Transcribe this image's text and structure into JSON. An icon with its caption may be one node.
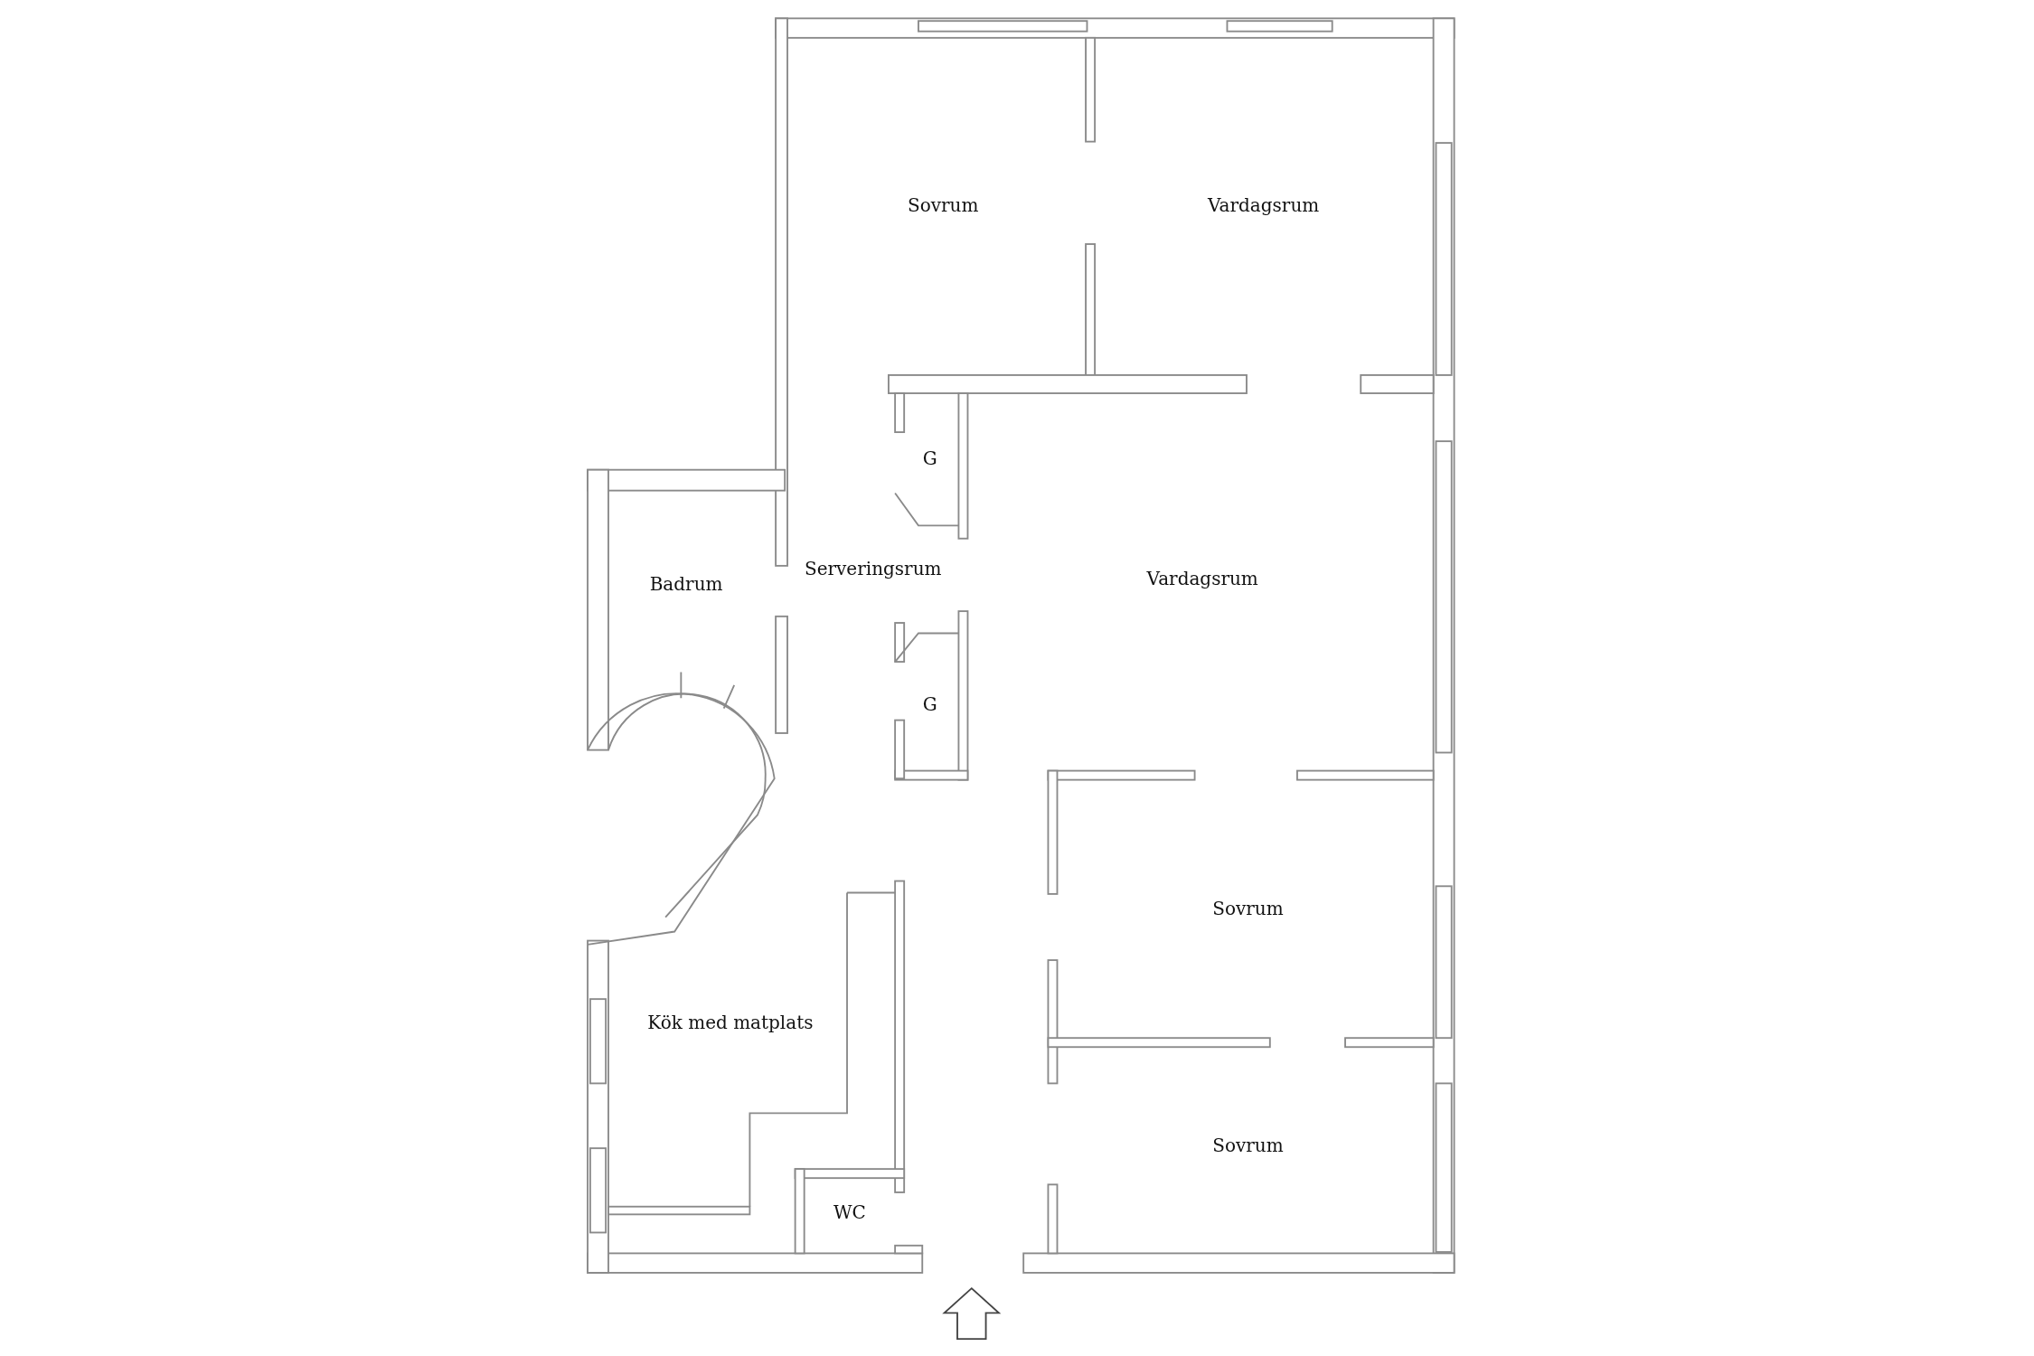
{
  "diagram": {
    "labels": [
      "Sovrum",
      "Vardagsrum",
      "G",
      "Serveringsrum",
      "Badrum",
      "Vardagsrum",
      "G",
      "Sovrum",
      "Kök med matplats",
      "Sovrum",
      "WC"
    ]
  }
}
